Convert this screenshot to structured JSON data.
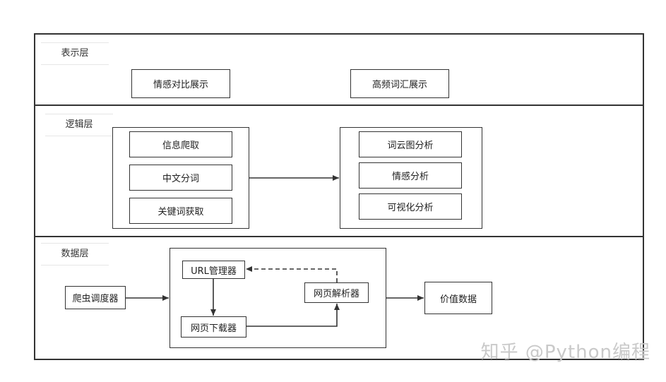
{
  "layers": {
    "presentation": {
      "title": "表示层",
      "nodes": [
        "情感对比展示",
        "高频词汇展示"
      ]
    },
    "logic": {
      "title": "逻辑层",
      "left_group": [
        "信息爬取",
        "中文分词",
        "关键词获取"
      ],
      "right_group": [
        "词云图分析",
        "情感分析",
        "可视化分析"
      ]
    },
    "data": {
      "title": "数据层",
      "scheduler": "爬虫调度器",
      "url_manager": "URL管理器",
      "parser": "网页解析器",
      "downloader": "网页下载器",
      "value_data": "价值数据"
    }
  },
  "watermark": "知乎 @Python编程"
}
